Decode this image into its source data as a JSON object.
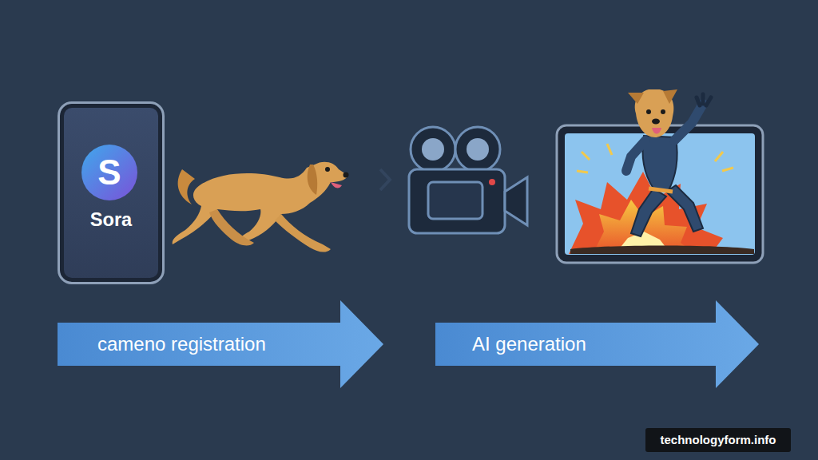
{
  "diagram": {
    "nodes": [
      {
        "text": [
          "Sora"
        ]
      },
      {
        "text": [
          "S"
        ],
        "in": 0
      },
      {
        "text": [
          "cameno registration"
        ]
      },
      {
        "text": [
          "AI generation"
        ]
      },
      {
        "text": [
          "technologyform.info"
        ]
      }
    ]
  }
}
